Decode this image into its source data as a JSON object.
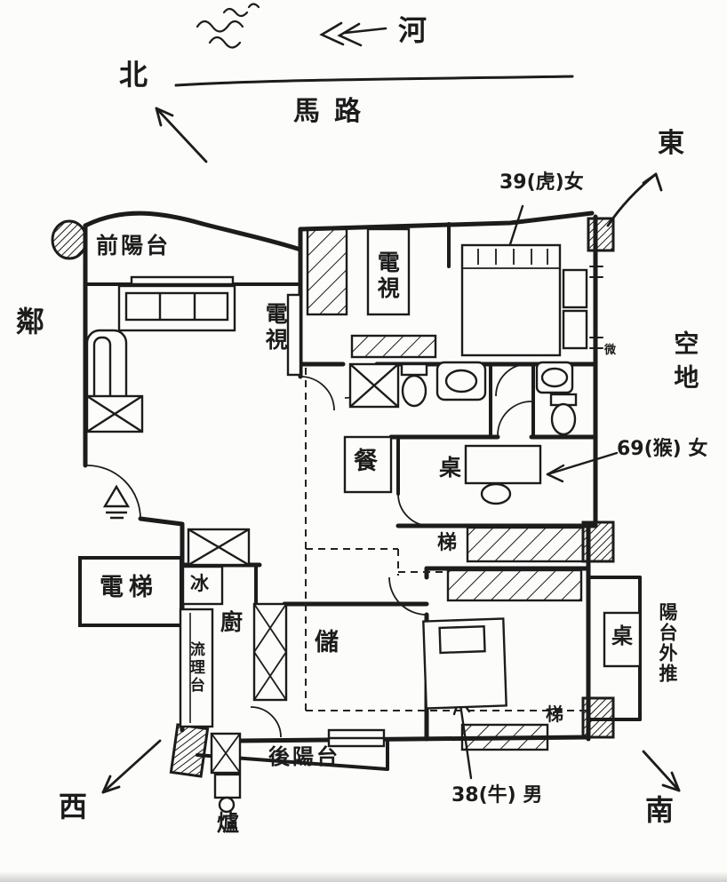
{
  "compass": {
    "north": "北",
    "east": "東",
    "south": "南",
    "west": "西"
  },
  "surroundings": {
    "river": "河",
    "road": "馬路",
    "neighbor": "鄰",
    "open_land": "空地"
  },
  "rooms": {
    "front_balcony": "前陽台",
    "living_tv": "電視",
    "media_tv": "電視",
    "dining": "餐",
    "study_desk": "桌",
    "stairs_upper": "梯",
    "elevator": "電梯",
    "fridge": "冰",
    "kitchen": "廚",
    "sink_counter": "流理台",
    "storage": "儲",
    "back_balcony": "後陽台",
    "stove": "爐",
    "bedroom_desk": "桌",
    "balcony_extension": "陽台外推",
    "stairs_lower": "梯",
    "small_note": "微"
  },
  "occupants": {
    "master_bedroom": "39(虎)女",
    "study_room": "69(猴) 女",
    "lower_bedroom": "38(牛) 男"
  },
  "colors": {
    "ink": "#1c1c1c",
    "paper": "#fcfcfa"
  }
}
